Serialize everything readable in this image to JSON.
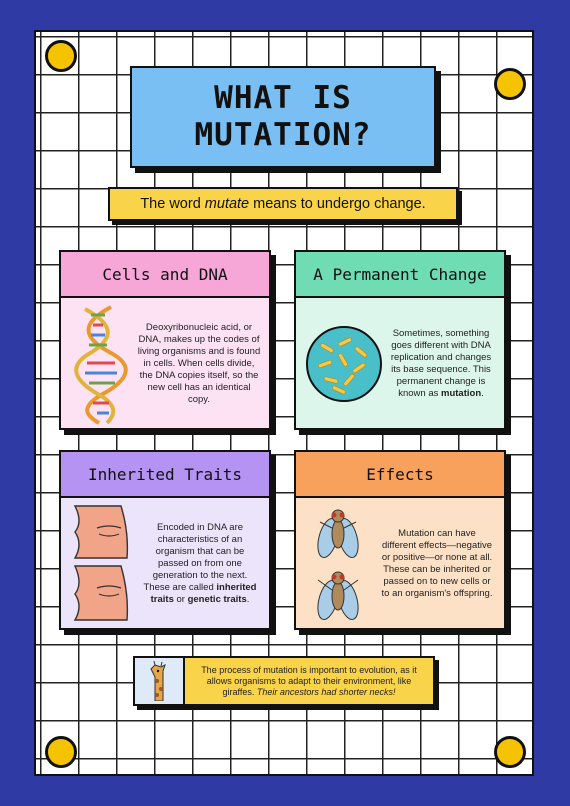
{
  "title": "WHAT IS MUTATION?",
  "subtitle": {
    "before": "The word ",
    "emphasis": "mutate",
    "after": " means to undergo change."
  },
  "cards": {
    "cells": {
      "heading": "Cells and DNA",
      "text": "Deoxyribonucleic acid, or DNA, makes up the codes of living organisms and is found in cells. When cells divide, the DNA copies itself, so the new cell has an identical copy."
    },
    "permanent": {
      "heading": "A Permanent Change",
      "text_before": "Sometimes, something goes different with DNA replication and changes its base sequence. This permanent change is known as ",
      "text_bold": "mutation",
      "text_after": "."
    },
    "inherited": {
      "heading": "Inherited Traits",
      "text_before": "Encoded in DNA are characteristics of an organism that can be passed on from one generation to the next. These are called ",
      "bold1": "inherited traits",
      "mid": " or ",
      "bold2": "genetic traits",
      "text_after": "."
    },
    "effects": {
      "heading": "Effects",
      "text": "Mutation can have different effects—negative or positive—or none at all. These can be inherited or passed on to new cells or to an organism's offspring."
    }
  },
  "footer": {
    "text": "The process of mutation is important to evolution, as it allows organisms to adapt to their environment, like giraffes. ",
    "italic": "Their ancestors had shorter necks!"
  },
  "colors": {
    "background": "#2f3aa4",
    "title_box": "#79bff3",
    "accent_yellow": "#f9d349",
    "pink_head": "#f7a6d8",
    "pink_body": "#fde2f3",
    "green_head": "#6fdcb3",
    "green_body": "#dcf6ec",
    "purple_head": "#b593f2",
    "purple_body": "#ebe4fb",
    "orange_head": "#f7a15c",
    "orange_body": "#fde1c6"
  },
  "icons": [
    "dna-helix-icon",
    "cell-chromosomes-icon",
    "lips-chin-icon",
    "fruit-fly-icon",
    "giraffe-icon"
  ]
}
